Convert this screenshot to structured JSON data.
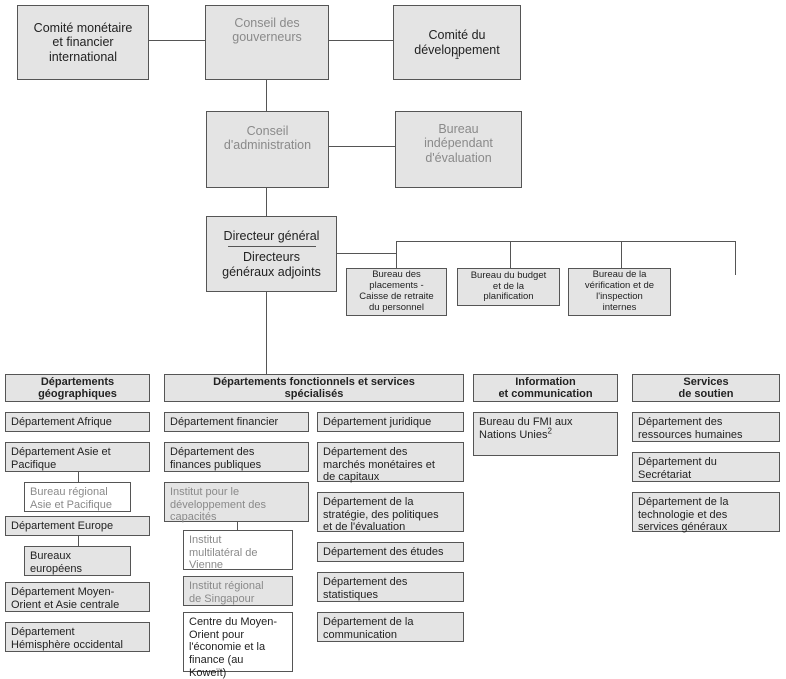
{
  "top": {
    "cmfi": "Comité monétaire\net financier\ninternational",
    "conseil_gouverneurs": "Conseil des\ngouverneurs",
    "comite_developpement": "Comité du\ndéveloppement",
    "comite_developpement_note": "1"
  },
  "middle": {
    "conseil_administration": "Conseil\nd'administration",
    "bureau_evaluation": "Bureau\nindépendant\nd'évaluation",
    "directeur_general": "Directeur général",
    "directeurs_adjoints": "Directeurs\ngénéraux adjoints"
  },
  "offices": [
    "Bureau des\nplacements -\nCaisse de retraite\ndu personnel",
    "Bureau du budget\net de la\nplanification",
    "Bureau de la\nvérification et de\nl'inspection\ninternes"
  ],
  "geo": {
    "header": "Départements\ngéographiques",
    "items": [
      "Département Afrique",
      "Département Asie et\nPacifique",
      "Bureau régional\nAsie et Pacifique",
      "Département Europe",
      "Bureaux\neuropéens",
      "Département Moyen-\nOrient et Asie centrale",
      "Département\nHémisphère occidental"
    ]
  },
  "func": {
    "header": "Départements fonctionnels et services\nspécialisés",
    "left": [
      "Département financier",
      "Département des\nfinances publiques",
      "Institut pour le\ndéveloppement des\ncapacités",
      "Institut\nmultilatéral de\nVienne",
      "Institut régional\nde Singapour",
      "Centre du Moyen-\nOrient pour\nl'économie et la\nfinance (au\nKoweït)"
    ],
    "right": [
      "Département juridique",
      "Département des\nmarchés monétaires et\nde capitaux",
      "Département de la\nstratégie, des politiques\net de l'évaluation",
      "Département des études",
      "Département des\nstatistiques",
      "Département de la\ncommunication"
    ]
  },
  "info": {
    "header": "Information\net communication",
    "item": "Bureau du FMI aux\nNations Unies",
    "item_note": "2"
  },
  "support": {
    "header": "Services\nde soutien",
    "items": [
      "Département des\nressources humaines",
      "Département du\nSecrétariat",
      "Département de la\ntechnologie et des\nservices généraux"
    ]
  }
}
